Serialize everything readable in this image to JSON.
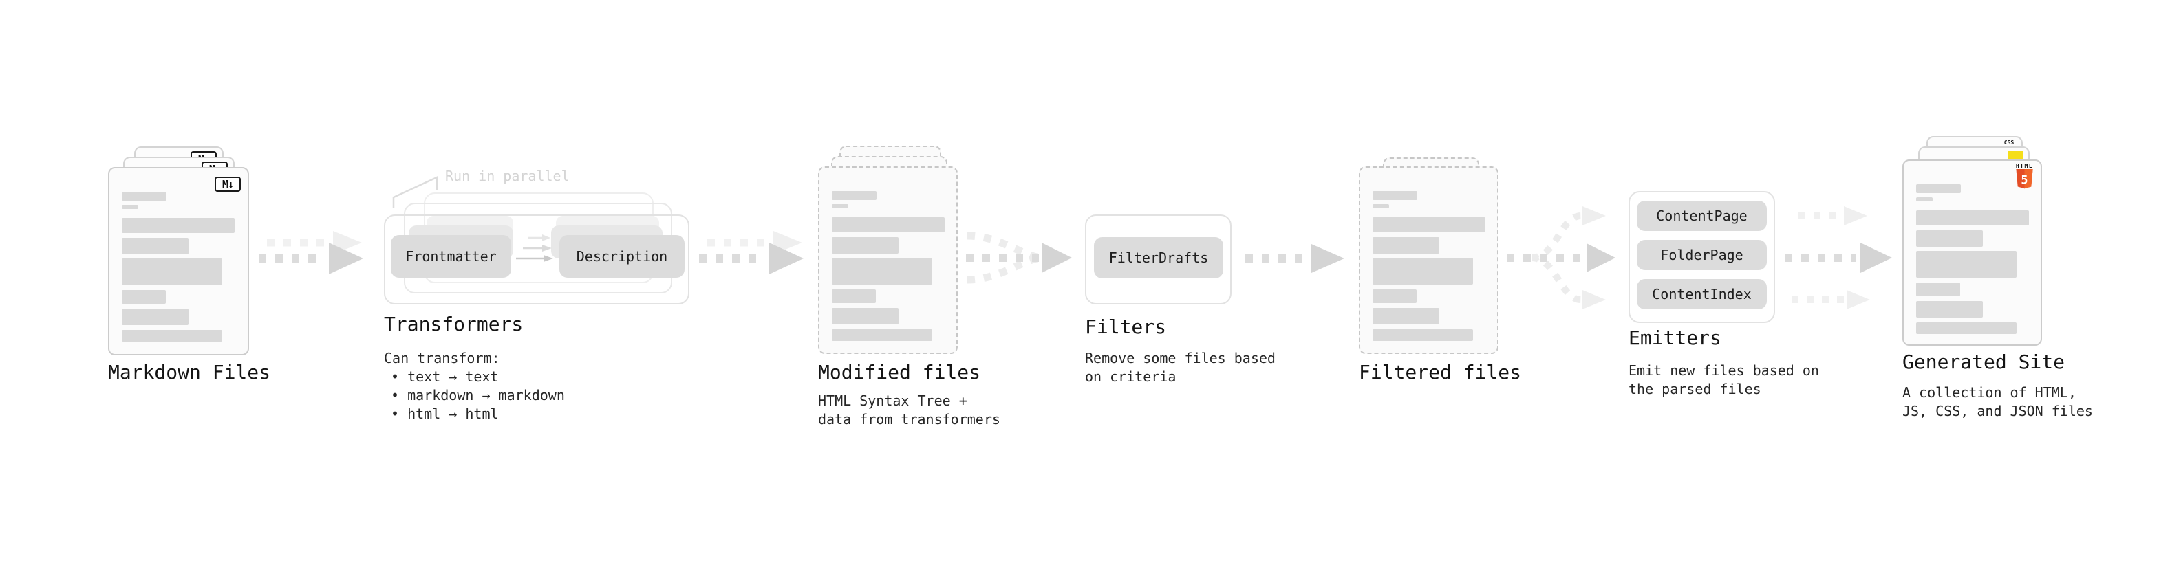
{
  "stages": [
    {
      "title": "Markdown Files",
      "badge": "M↓"
    },
    {
      "title": "Transformers",
      "callout": "Run in parallel",
      "pills": [
        "Frontmatter",
        "Description"
      ],
      "desc": [
        "Can transform:",
        "• text → text",
        "• markdown → markdown",
        "• html → html"
      ]
    },
    {
      "title": "Modified files",
      "desc": [
        "HTML Syntax Tree +",
        "data from transformers"
      ]
    },
    {
      "title": "Filters",
      "pills": [
        "FilterDrafts"
      ],
      "desc": [
        "Remove some files based",
        "on criteria"
      ]
    },
    {
      "title": "Filtered files"
    },
    {
      "title": "Emitters",
      "pills": [
        "ContentPage",
        "FolderPage",
        "ContentIndex"
      ],
      "desc": [
        "Emit new files based on",
        "the parsed files"
      ]
    },
    {
      "title": "Generated Site",
      "badges": {
        "css": "CSS",
        "html_label": "HTML",
        "html_number": "5"
      },
      "desc": [
        "A collection of HTML,",
        "JS, CSS, and JSON files"
      ]
    }
  ],
  "colors": {
    "html5_orange": "#e44d26",
    "html5_orange_light": "#f16529",
    "css_blue": "#2965f1",
    "js_yellow": "#f5de19",
    "pill_gray": "#dcdcdc",
    "bar_gray": "#d9d9d9",
    "arrow_gray": "#d4d4d4",
    "arrow_light": "#efefef"
  }
}
